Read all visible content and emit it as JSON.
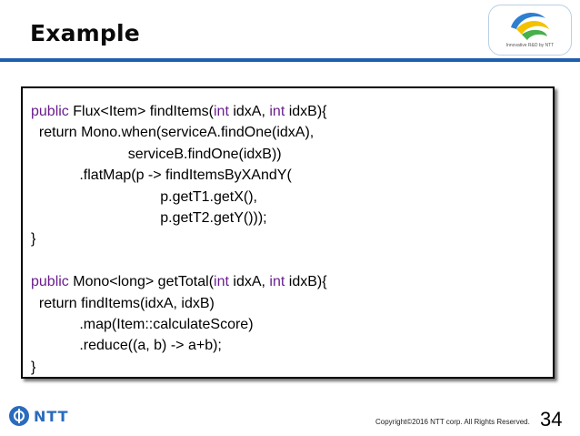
{
  "slide": {
    "title": "Example",
    "logo_caption": "Innovative R&D by NTT",
    "footer_brand": "NTT",
    "copyright": "Copyright©2016  NTT corp. All Rights Reserved.",
    "page_number": "34"
  },
  "code": {
    "lines": [
      [
        {
          "k": true,
          "t": "public"
        },
        {
          "k": false,
          "t": " Flux<Item> findItems("
        },
        {
          "k": true,
          "t": "int"
        },
        {
          "k": false,
          "t": " idxA, "
        },
        {
          "k": true,
          "t": "int"
        },
        {
          "k": false,
          "t": " idxB){"
        }
      ],
      [
        {
          "k": false,
          "t": "  return Mono.when(serviceA.findOne(idxA),"
        }
      ],
      [
        {
          "k": false,
          "t": "                        serviceB.findOne(idxB))"
        }
      ],
      [
        {
          "k": false,
          "t": "            .flatMap(p -> findItemsByXAndY("
        }
      ],
      [
        {
          "k": false,
          "t": "                                p.getT1.getX(),"
        }
      ],
      [
        {
          "k": false,
          "t": "                                p.getT2.getY()));"
        }
      ],
      [
        {
          "k": false,
          "t": "}"
        }
      ],
      [
        {
          "k": false,
          "t": ""
        }
      ],
      [
        {
          "k": true,
          "t": "public"
        },
        {
          "k": false,
          "t": " Mono<long> getTotal("
        },
        {
          "k": true,
          "t": "int"
        },
        {
          "k": false,
          "t": " idxA, "
        },
        {
          "k": true,
          "t": "int"
        },
        {
          "k": false,
          "t": " idxB){"
        }
      ],
      [
        {
          "k": false,
          "t": "  return findItems(idxA, idxB)"
        }
      ],
      [
        {
          "k": false,
          "t": "            .map(Item::calculateScore)"
        }
      ],
      [
        {
          "k": false,
          "t": "            .reduce((a, b) -> a+b);"
        }
      ],
      [
        {
          "k": false,
          "t": "}"
        }
      ]
    ]
  }
}
